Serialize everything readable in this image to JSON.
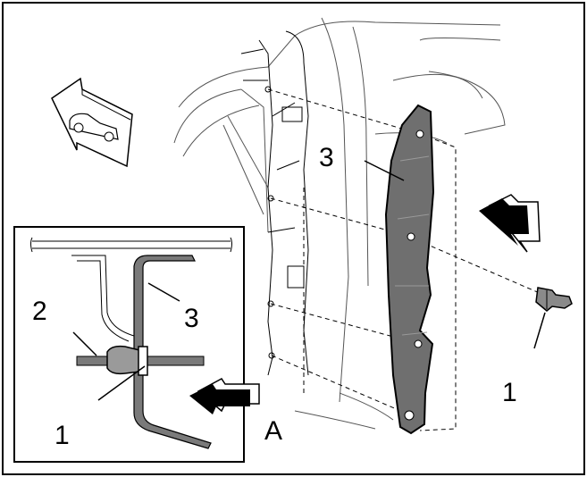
{
  "callouts": {
    "main_panel_part": "3",
    "clip_part": "1",
    "inset_pin": "2",
    "inset_panel": "3",
    "inset_clip": "1",
    "inset_view": "A"
  },
  "icons": {
    "front_direction": "car-front-arrow-icon",
    "view_direction": "view-direction-arrow-icon"
  }
}
